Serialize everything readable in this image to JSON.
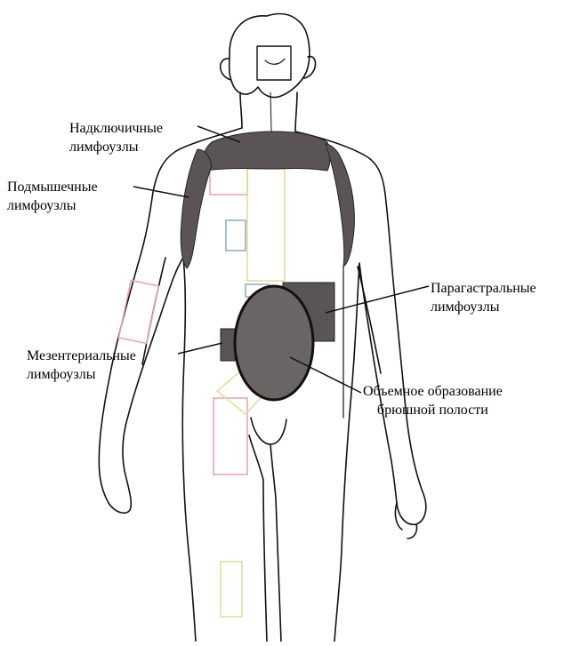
{
  "labels": {
    "supraclavicular": [
      "Надключичные",
      "лимфоузлы"
    ],
    "axillary": [
      "Подмышечные",
      "лимфоузлы"
    ],
    "paragastric": [
      "Парагастральные",
      "лимфоузлы"
    ],
    "mesenteric": [
      "Мезентериальные",
      "лимфоузлы"
    ],
    "mass": [
      "Объемное образование",
      "брюшной полости"
    ]
  },
  "colors": {
    "outline": "#111111",
    "lymph_fill": "#5a5456",
    "mass_fill": "#6a6465",
    "organ_pink": "#e8a6b4",
    "organ_yellow": "#e4dc9a",
    "organ_blue": "#8fb0c4"
  }
}
